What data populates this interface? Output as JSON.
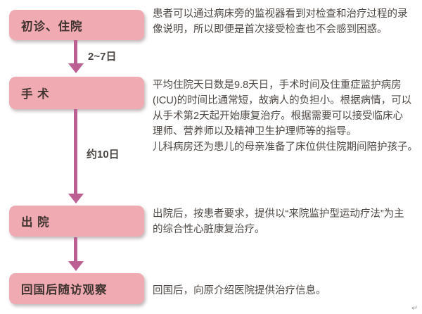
{
  "colors": {
    "box_fill": "#f0aab2",
    "box_text": "#3f3330",
    "arrow": "#bc5f92",
    "body_text": "#4e4844",
    "background": "#ffffff"
  },
  "flowchart": {
    "steps": [
      {
        "label": "初诊、住院"
      },
      {
        "label": "手 术"
      },
      {
        "label": "出 院"
      },
      {
        "label": "回国后随访观察"
      }
    ],
    "arrow_labels": [
      "2~7日",
      "约10日"
    ]
  },
  "descriptions": [
    {
      "lines": [
        "患者可以通过病床旁的监视器看到对检查和治疗过程的录",
        "像说明，所以即便是首次接受检查也不会感到困惑。"
      ]
    },
    {
      "lines": [
        "平均住院天日数是9.8天日，手术时间及住重症监护病房",
        "(ICU)的时间比通常短，故病人的负担小。根据病情，可以",
        "从手术第2天起开始康复治疗。根据需要可以接受临床心",
        "理师、营养师以及精神卫生护理师等的指导。",
        "儿科病房还为患儿的母亲准备了床位供住院期间陪护孩子。"
      ]
    },
    {
      "lines": [
        "出院后，按患者要求，提供以“来院监护型运动疗法”为主",
        "的综合性心脏康复治疗。"
      ]
    },
    {
      "lines": [
        "回国后，向原介绍医院提供治疗信息。"
      ]
    }
  ],
  "return_mark": "↵"
}
